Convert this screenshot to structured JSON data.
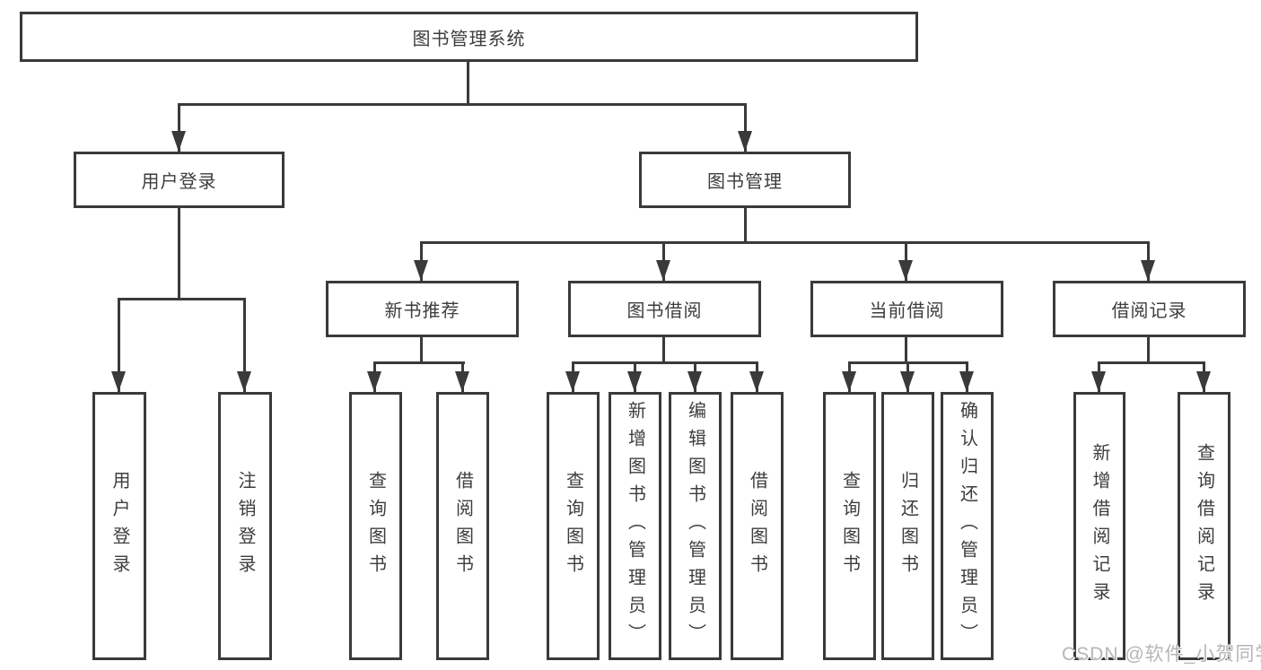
{
  "diagram": {
    "title": "图书管理系统",
    "watermark": "CSDN @软件_小贺同学",
    "colors": {
      "line": "#3a3a3a",
      "box_border": "#3a3a3a",
      "text": "#3d3d3d",
      "watermark": "#b6b6b6",
      "background": "#ffffff"
    },
    "nodes": {
      "root": "图书管理系统",
      "level2": [
        "用户登录",
        "图书管理"
      ],
      "level3": [
        "新书推荐",
        "图书借阅",
        "当前借阅",
        "借阅记录"
      ],
      "leaves_user": [
        "用户登录",
        "注销登录"
      ],
      "leaves_recommend": [
        "查询图书",
        "借阅图书"
      ],
      "leaves_borrow": [
        "查询图书",
        "新增图书（管理员）",
        "编辑图书（管理员）",
        "借阅图书"
      ],
      "leaves_current": [
        "查询图书",
        "归还图书",
        "确认归还（管理员）"
      ],
      "leaves_record": [
        "新增借阅记录",
        "查询借阅记录"
      ]
    }
  }
}
